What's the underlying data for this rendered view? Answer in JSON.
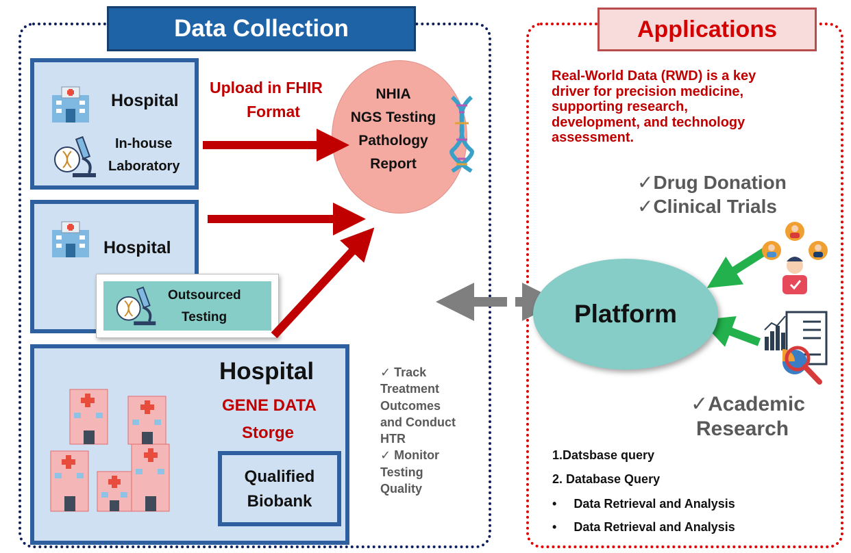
{
  "left_panel": {
    "title": "Data Collection",
    "box1": {
      "hospital": "Hospital",
      "lab_line1": "In-house",
      "lab_line2": "Laboratory"
    },
    "upload": {
      "line1": "Upload in FHIR",
      "line2": "Format"
    },
    "nhia": {
      "line1": "NHIA",
      "line2": "NGS Testing",
      "line3": "Pathology",
      "line4": "Report"
    },
    "box2": {
      "hospital": "Hospital",
      "outsourced_line1": "Outsourced",
      "outsourced_line2": "Testing"
    },
    "box3": {
      "hospital": "Hospital",
      "gene_line1": "GENE DATA",
      "gene_line2": "Storge",
      "biobank_line1": "Qualified",
      "biobank_line2": "Biobank"
    },
    "checks": [
      "✓ Track",
      "Treatment",
      "Outcomes",
      "and Conduct",
      "HTR",
      "✓ Monitor",
      "Testing",
      "Quality"
    ]
  },
  "right_panel": {
    "title": "Applications",
    "intro": [
      "Real-World Data (RWD) is a key",
      "driver for precision medicine,",
      "supporting research,",
      "development, and technology",
      "assessment."
    ],
    "check1": "✓Drug Donation",
    "check2": "✓Clinical Trials",
    "platform": "Platform",
    "academic_line1": "✓Academic",
    "academic_line2": "Research",
    "list": [
      "1.Datsbase query",
      "2. Database Query"
    ],
    "bullets": [
      "Data Retrieval and Analysis",
      "Data Retrieval and Analysis"
    ]
  },
  "colors": {
    "navy": "#1e63a5",
    "box_fill": "#cfe0f3",
    "box_border": "#2e5f9e",
    "red": "#c00000",
    "teal": "#86cdc8",
    "pink": "#f4aaa1",
    "green": "#22b14c"
  }
}
